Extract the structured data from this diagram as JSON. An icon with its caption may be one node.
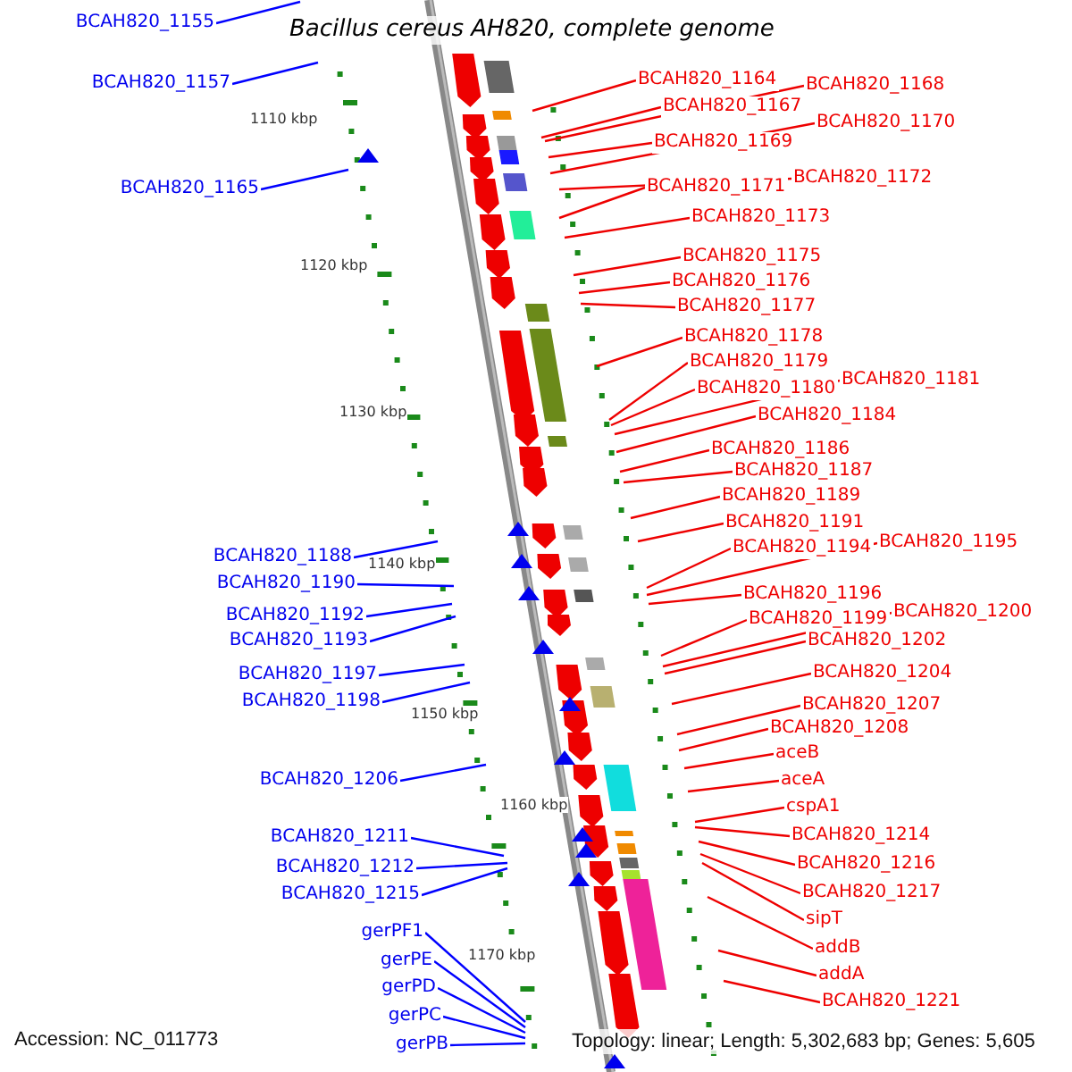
{
  "diagram": {
    "title": "Bacillus cereus AH820, complete genome",
    "nodes": [
      {
        "text": [
          "BCAH820_1155"
        ]
      },
      {
        "text": [
          "BCAH820_1157"
        ]
      },
      {
        "text": [
          "BCAH820_1165"
        ]
      },
      {
        "text": [
          "BCAH820_1188"
        ]
      },
      {
        "text": [
          "BCAH820_1190"
        ]
      },
      {
        "text": [
          "BCAH820_1192"
        ]
      },
      {
        "text": [
          "BCAH820_1193"
        ]
      },
      {
        "text": [
          "BCAH820_1197"
        ]
      },
      {
        "text": [
          "BCAH820_1198"
        ]
      },
      {
        "text": [
          "BCAH820_1206"
        ]
      },
      {
        "text": [
          "BCAH820_1211"
        ]
      },
      {
        "text": [
          "BCAH820_1212"
        ]
      },
      {
        "text": [
          "BCAH820_1215"
        ]
      },
      {
        "text": [
          "gerPF1"
        ]
      },
      {
        "text": [
          "gerPE"
        ]
      },
      {
        "text": [
          "gerPD"
        ]
      },
      {
        "text": [
          "gerPC"
        ]
      },
      {
        "text": [
          "gerPB"
        ]
      },
      {
        "text": [
          "BCAH820_1164"
        ]
      },
      {
        "text": [
          "BCAH820_1168"
        ]
      },
      {
        "text": [
          "BCAH820_1167"
        ]
      },
      {
        "text": [
          "BCAH820_1170"
        ]
      },
      {
        "text": [
          "BCAH820_1169"
        ]
      },
      {
        "text": [
          "BCAH820_1172"
        ]
      },
      {
        "text": [
          "BCAH820_1171"
        ]
      },
      {
        "text": [
          "BCAH820_1173"
        ]
      },
      {
        "text": [
          "BCAH820_1175"
        ]
      },
      {
        "text": [
          "BCAH820_1176"
        ]
      },
      {
        "text": [
          "BCAH820_1177"
        ]
      },
      {
        "text": [
          "BCAH820_1178"
        ]
      },
      {
        "text": [
          "BCAH820_1179"
        ]
      },
      {
        "text": [
          "BCAH820_1181"
        ]
      },
      {
        "text": [
          "BCAH820_1180"
        ]
      },
      {
        "text": [
          "BCAH820_1184"
        ]
      },
      {
        "text": [
          "BCAH820_1186"
        ]
      },
      {
        "text": [
          "BCAH820_1187"
        ]
      },
      {
        "text": [
          "BCAH820_1189"
        ]
      },
      {
        "text": [
          "BCAH820_1191"
        ]
      },
      {
        "text": [
          "BCAH820_1195"
        ]
      },
      {
        "text": [
          "BCAH820_1194"
        ]
      },
      {
        "text": [
          "BCAH820_1196"
        ]
      },
      {
        "text": [
          "BCAH820_1200"
        ]
      },
      {
        "text": [
          "BCAH820_1199"
        ]
      },
      {
        "text": [
          "BCAH820_1202"
        ]
      },
      {
        "text": [
          "BCAH820_1204"
        ]
      },
      {
        "text": [
          "BCAH820_1207"
        ]
      },
      {
        "text": [
          "BCAH820_1208"
        ]
      },
      {
        "text": [
          "aceB"
        ]
      },
      {
        "text": [
          "aceA"
        ]
      },
      {
        "text": [
          "cspA1"
        ]
      },
      {
        "text": [
          "BCAH820_1214"
        ]
      },
      {
        "text": [
          "BCAH820_1216"
        ]
      },
      {
        "text": [
          "BCAH820_1217"
        ]
      },
      {
        "text": [
          "sipT"
        ]
      },
      {
        "text": [
          "addB"
        ]
      },
      {
        "text": [
          "addA"
        ]
      },
      {
        "text": [
          "BCAH820_1221"
        ]
      }
    ],
    "edges": [
      {
        "from": 0,
        "to": null,
        "arrow": "none",
        "color": "#0000ff"
      },
      {
        "from": 1,
        "to": null,
        "arrow": "none",
        "color": "#0000ff"
      },
      {
        "from": 2,
        "to": null,
        "arrow": "none",
        "color": "#0000ff"
      },
      {
        "from": 3,
        "to": null,
        "arrow": "none",
        "color": "#0000ff"
      },
      {
        "from": 4,
        "to": null,
        "arrow": "none",
        "color": "#0000ff"
      },
      {
        "from": 5,
        "to": null,
        "arrow": "none",
        "color": "#0000ff"
      },
      {
        "from": 6,
        "to": null,
        "arrow": "none",
        "color": "#0000ff"
      },
      {
        "from": 7,
        "to": null,
        "arrow": "none",
        "color": "#0000ff"
      },
      {
        "from": 8,
        "to": null,
        "arrow": "none",
        "color": "#0000ff"
      },
      {
        "from": 9,
        "to": null,
        "arrow": "none",
        "color": "#0000ff"
      },
      {
        "from": 10,
        "to": null,
        "arrow": "none",
        "color": "#0000ff"
      },
      {
        "from": 11,
        "to": null,
        "arrow": "none",
        "color": "#0000ff"
      },
      {
        "from": 12,
        "to": null,
        "arrow": "none",
        "color": "#0000ff"
      },
      {
        "from": 13,
        "to": null,
        "arrow": "none",
        "color": "#0000ff"
      },
      {
        "from": 14,
        "to": null,
        "arrow": "none",
        "color": "#0000ff"
      },
      {
        "from": 15,
        "to": null,
        "arrow": "none",
        "color": "#0000ff"
      },
      {
        "from": 16,
        "to": null,
        "arrow": "none",
        "color": "#0000ff"
      },
      {
        "from": 17,
        "to": null,
        "arrow": "none",
        "color": "#0000ff"
      },
      {
        "from": 18,
        "to": null,
        "arrow": "none"
      },
      {
        "from": 19,
        "to": null,
        "arrow": "none"
      },
      {
        "from": 20,
        "to": null,
        "arrow": "none"
      },
      {
        "from": 21,
        "to": null,
        "arrow": "none"
      },
      {
        "from": 22,
        "to": null,
        "arrow": "none"
      },
      {
        "from": 23,
        "to": null,
        "arrow": "none"
      },
      {
        "from": 24,
        "to": null,
        "arrow": "none"
      },
      {
        "from": 25,
        "to": null,
        "arrow": "none"
      },
      {
        "from": 26,
        "to": null,
        "arrow": "none"
      },
      {
        "from": 27,
        "to": null,
        "arrow": "none"
      },
      {
        "from": 28,
        "to": null,
        "arrow": "none"
      },
      {
        "from": 29,
        "to": null,
        "arrow": "none"
      },
      {
        "from": 30,
        "to": null,
        "arrow": "none"
      },
      {
        "from": 31,
        "to": null,
        "arrow": "none"
      },
      {
        "from": 32,
        "to": null,
        "arrow": "none"
      },
      {
        "from": 33,
        "to": null,
        "arrow": "none"
      },
      {
        "from": 34,
        "to": null,
        "arrow": "none"
      },
      {
        "from": 35,
        "to": null,
        "arrow": "none"
      },
      {
        "from": 36,
        "to": null,
        "arrow": "none"
      },
      {
        "from": 37,
        "to": null,
        "arrow": "none"
      },
      {
        "from": 38,
        "to": null,
        "arrow": "none"
      },
      {
        "from": 39,
        "to": null,
        "arrow": "none"
      },
      {
        "from": 40,
        "to": null,
        "arrow": "none"
      },
      {
        "from": 41,
        "to": null,
        "arrow": "none"
      },
      {
        "from": 42,
        "to": null,
        "arrow": "none"
      },
      {
        "from": 43,
        "to": null,
        "arrow": "none"
      },
      {
        "from": 44,
        "to": null,
        "arrow": "none"
      },
      {
        "from": 45,
        "to": null,
        "arrow": "none"
      },
      {
        "from": 46,
        "to": null,
        "arrow": "none"
      },
      {
        "from": 47,
        "to": null,
        "arrow": "none"
      },
      {
        "from": 48,
        "to": null,
        "arrow": "none"
      },
      {
        "from": 49,
        "to": null,
        "arrow": "none"
      },
      {
        "from": 50,
        "to": null,
        "arrow": "none"
      },
      {
        "from": 51,
        "to": null,
        "arrow": "none"
      },
      {
        "from": 52,
        "to": null,
        "arrow": "none"
      },
      {
        "from": 53,
        "to": null,
        "arrow": "none"
      },
      {
        "from": 54,
        "to": null,
        "arrow": "none"
      },
      {
        "from": 55,
        "to": null,
        "arrow": "none"
      },
      {
        "from": 56,
        "to": null,
        "arrow": "none"
      }
    ],
    "labels": [
      "1110 kbp",
      "1120 kbp",
      "1130 kbp",
      "1140 kbp",
      "1150 kbp",
      "1160 kbp",
      "1170 kbp",
      "Accession: NC_011773",
      "Topology: linear; Length: 5,302,683 bp; Genes: 5,605"
    ]
  }
}
